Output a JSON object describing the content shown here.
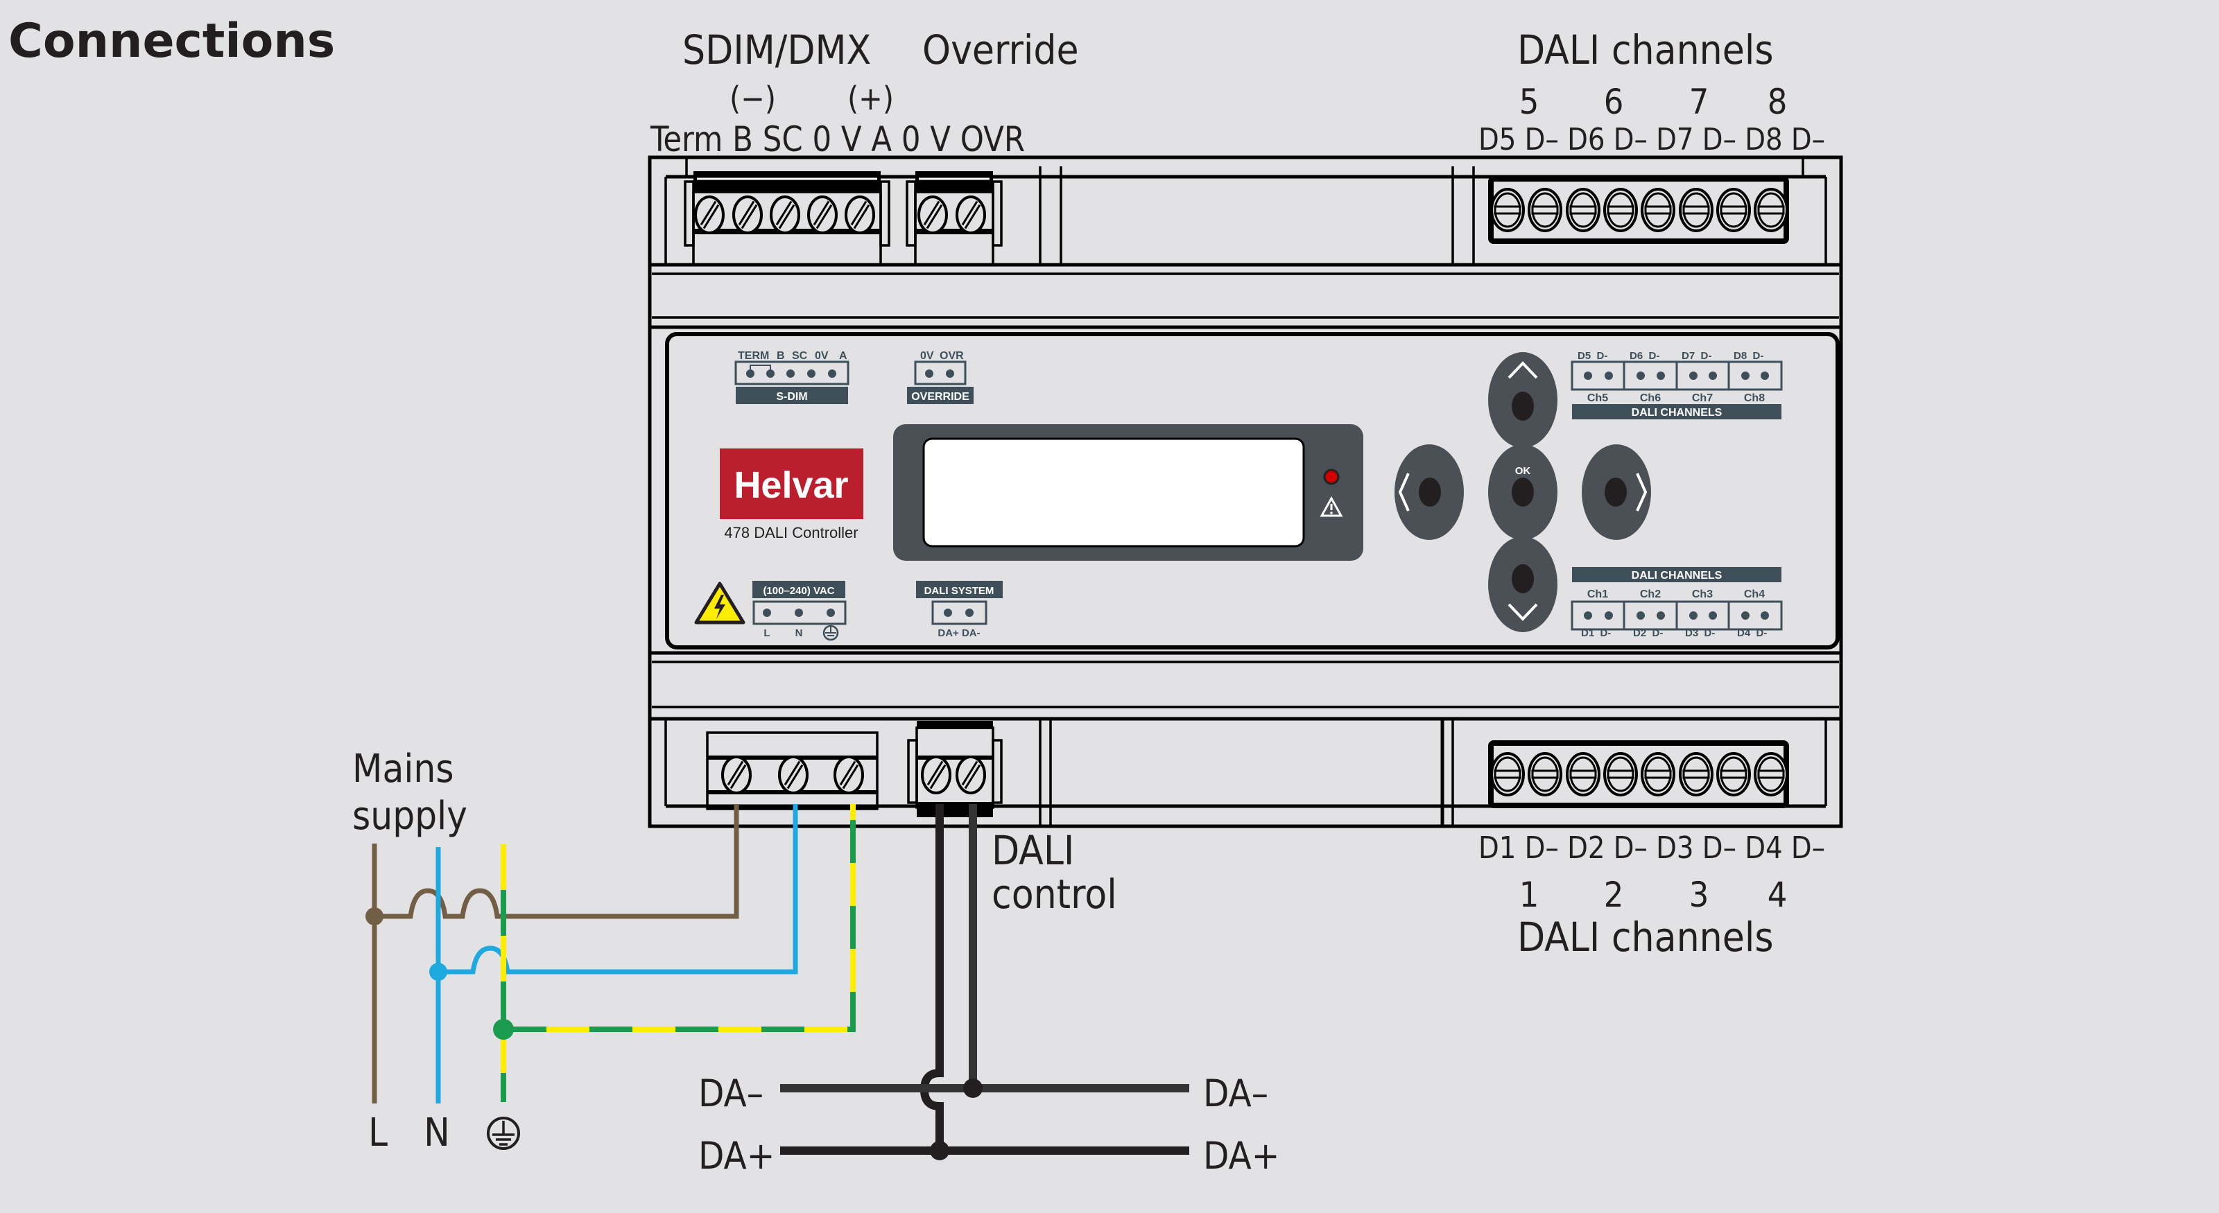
{
  "title": "Connections",
  "top_labels": {
    "sdim_dmx": "SDIM/DMX",
    "override": "Override",
    "minus": "(−)",
    "plus": "(+)",
    "terminals": "Term B SC 0 V A 0 V OVR",
    "dali_channels": "DALI channels",
    "channel_numbers": [
      "5",
      "6",
      "7",
      "8"
    ],
    "channel_terminals": "D5 D– D6 D– D7 D– D8 D–"
  },
  "bottom_labels": {
    "channel_terminals": "D1 D– D2 D– D3 D– D4 D–",
    "channel_numbers": [
      "1",
      "2",
      "3",
      "4"
    ],
    "dali_channels": "DALI channels",
    "dali_control_line1": "DALI",
    "dali_control_line2": "control"
  },
  "mains": {
    "label_line1": "Mains",
    "label_line2": "supply",
    "L": "L",
    "N": "N",
    "earth_icon": "protective-earth-icon"
  },
  "bus": {
    "da_minus": "DA–",
    "da_plus": "DA+"
  },
  "device": {
    "brand": "Helvar",
    "model": "478 DALI Controller",
    "sdim_pins": [
      "TERM",
      "B",
      "SC",
      "0V",
      "A"
    ],
    "sdim_label": "S-DIM",
    "override_pins": [
      "0V",
      "OVR"
    ],
    "override_label": "OVERRIDE",
    "vac_label": "(100–240) VAC",
    "vac_pins": [
      "L",
      "N"
    ],
    "dali_system_label": "DALI SYSTEM",
    "dali_system_pins": "DA+ DA-",
    "dali_channels_label": "DALI CHANNELS",
    "upper_pins": [
      "D5  D-",
      "D6  D-",
      "D7  D-",
      "D8  D-"
    ],
    "upper_channels": [
      "Ch5",
      "Ch6",
      "Ch7",
      "Ch8"
    ],
    "lower_channels": [
      "Ch1",
      "Ch2",
      "Ch3",
      "Ch4"
    ],
    "lower_pins": [
      "D1  D-",
      "D2  D-",
      "D3  D-",
      "D4  D-"
    ],
    "ok_label": "OK",
    "colors": {
      "brand_red": "#bb1e2d",
      "panel_slate": "#3f4f5a",
      "button_gray": "#4a5055",
      "led_red": "#d00000",
      "warning_yellow": "#ffed00"
    }
  },
  "wire_colors": {
    "live_brown": "#725e45",
    "neutral_blue": "#1ea9e0",
    "earth_green": "#1a9b4d",
    "earth_yellow": "#ffed00",
    "dali_black": "#231f20"
  }
}
